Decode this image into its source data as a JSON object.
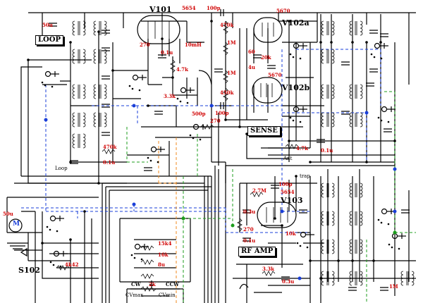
{
  "blocks": {
    "loop": "LOOP",
    "sense": "SENSE",
    "rf_amp": "RF AMP"
  },
  "tubes": {
    "v101": "V101",
    "v101_type": "5654",
    "v102a": "V102a",
    "v102a_type": "5670",
    "v102b": "V102b",
    "v102b_type": "5670",
    "v103": "V103",
    "v103_type": "5654"
  },
  "switch": {
    "s102": "S102",
    "motor": "M"
  },
  "components": {
    "c_50u": "50u",
    "c_100p_top": "100p",
    "r_470k": "470k",
    "r_1m_a": "1M",
    "r_1m_b": "1M",
    "r_450k": "450k",
    "c_100p_mid": "100p",
    "r_270_top": "270",
    "c_01u_a": "0.1u",
    "c_10mh": "10mH",
    "r_47k": "4.7k",
    "r_33k": "3.3k",
    "c_500p": "500p",
    "c_60": "60",
    "c_4u": "4u",
    "r_20k": "20k",
    "r_270_mid": "270",
    "r_470k_low": "470k",
    "c_01u_b": "0.1u",
    "r_47k_right": "4.7k",
    "c_01u_c": "0.1u",
    "c_100p_low": "100p",
    "r_27m": "2.7M",
    "r_270_v103": "270",
    "c_03u": "0.3u",
    "r_10k": "10k",
    "c_01u_d": "0.1u",
    "r_33k_low": "3.3k",
    "c_03u_low": "0.3u",
    "r_4k42": "4k42",
    "r_15k4": "15k4",
    "r_16k": "16k",
    "c_8u": "8u",
    "c_1m_low": "1M",
    "c_50u_left": "50u"
  },
  "pot": {
    "cw": "CW",
    "ccw": "CCW",
    "value": "2k",
    "cvmax": "CVmax",
    "cvmin": "CVmin"
  },
  "nets": {
    "loop": "Loop",
    "ant": "Ant",
    "trap": "trap"
  },
  "colors": {
    "wire": "#000000",
    "value_text": "#d00000",
    "bus_blue": "#1a3fd8",
    "bus_green": "#1c9c1c",
    "bus_orange": "#f08a1c"
  }
}
